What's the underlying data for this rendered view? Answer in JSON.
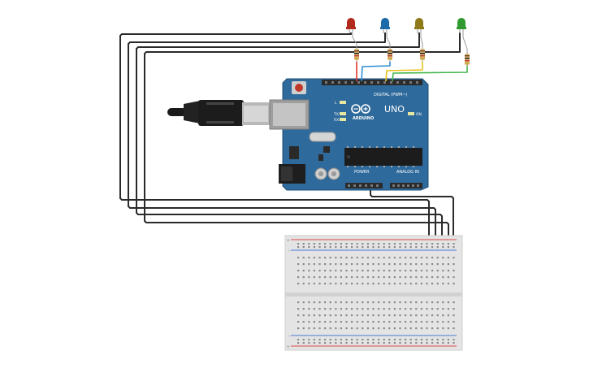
{
  "colors": {
    "board": "#2f6a9c",
    "board_edge": "#1f4f78",
    "header": "#2b2b2b",
    "wire_black": "#2a2a2a",
    "wire_red": "#e03a2f",
    "wire_blue": "#2b8fd6",
    "wire_yellow": "#e6c21a",
    "wire_green": "#43b54a",
    "breadboard": "#e4e4e4",
    "rail_red": "#d94a4a",
    "rail_blue": "#4a7ad9"
  },
  "leds": [
    {
      "color_name": "red",
      "color": "#b22a1e"
    },
    {
      "color_name": "blue",
      "color": "#1d6aa8"
    },
    {
      "color_name": "olive",
      "color": "#8f7a1a"
    },
    {
      "color_name": "green",
      "color": "#2f9a2f"
    }
  ],
  "arduino": {
    "model": "UNO",
    "brand": "ARDUINO",
    "digital_label": "DIGITAL (PWM~)",
    "power_label": "POWER",
    "analog_label": "ANALOG IN",
    "on_label": "ON",
    "tx_label": "TX",
    "rx_label": "RX",
    "l_label": "L"
  },
  "breadboard": {
    "plus": "+",
    "minus": "-"
  }
}
